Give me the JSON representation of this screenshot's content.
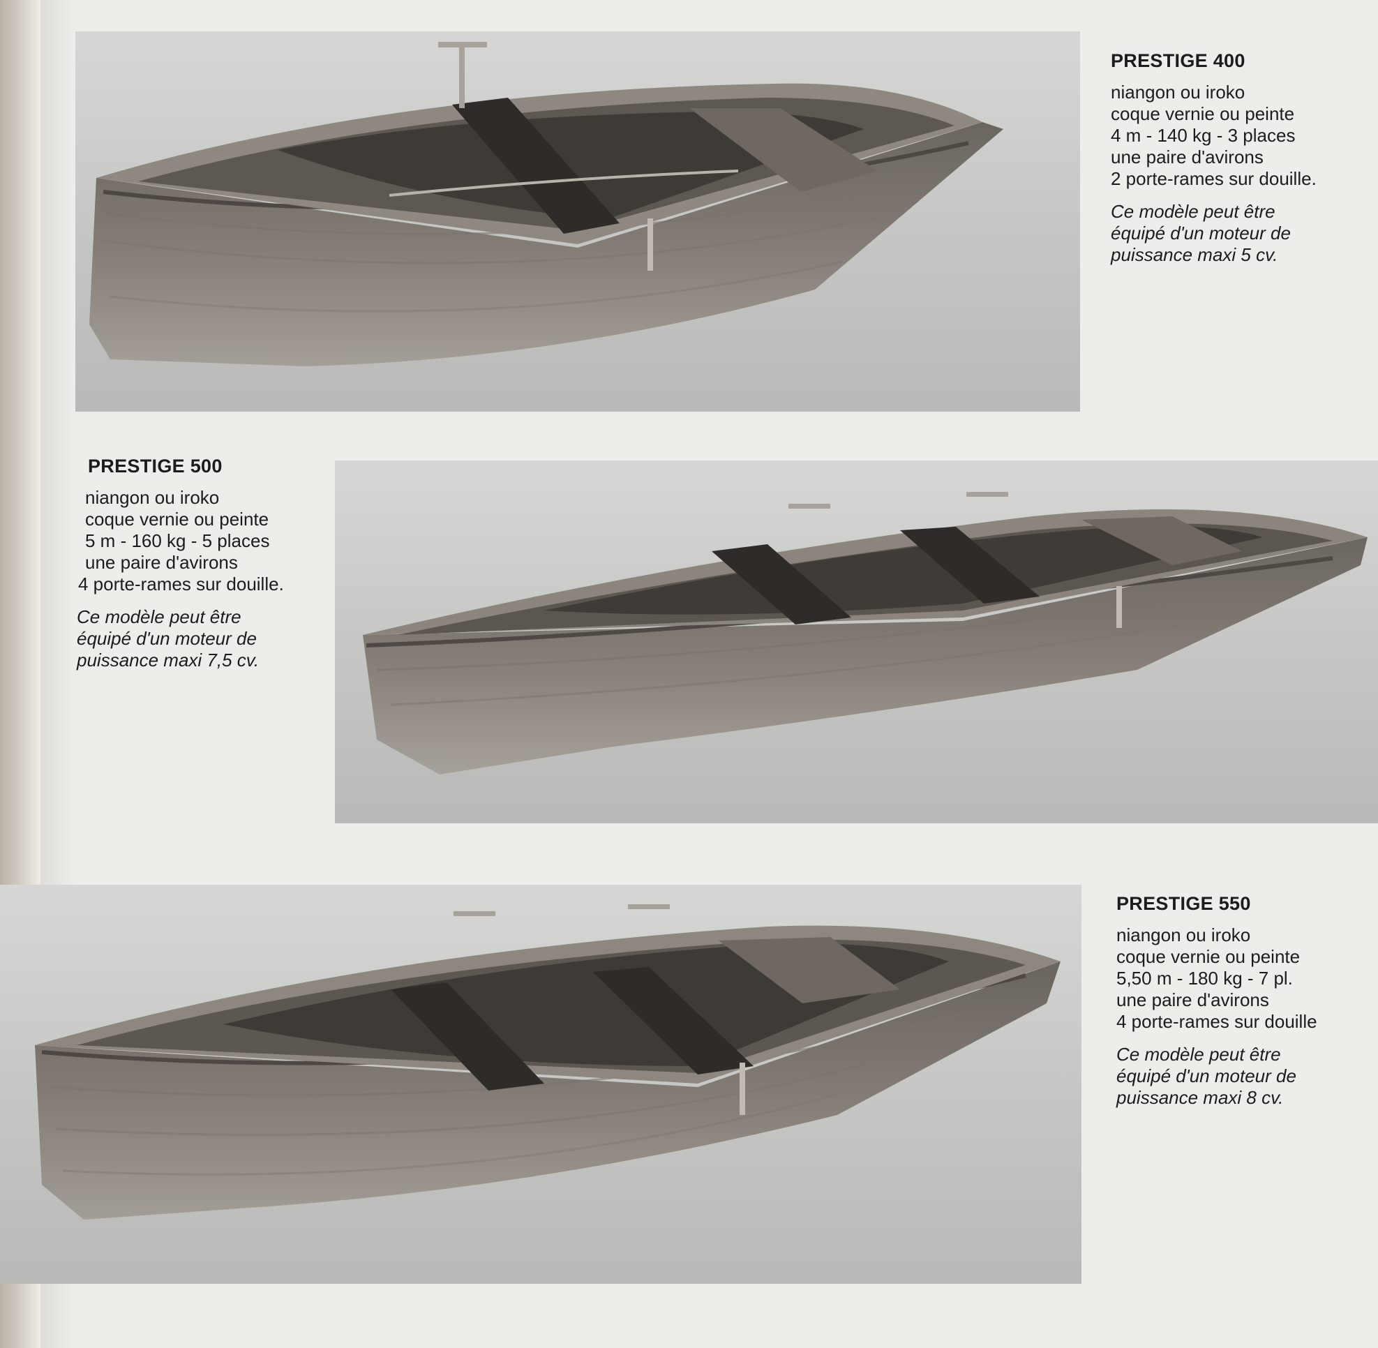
{
  "models": [
    {
      "title": "PRESTIGE 400",
      "specs": [
        "niangon ou iroko",
        "coque vernie ou peinte",
        "4 m - 140 kg - 3 places",
        "une paire d'avirons",
        "2 porte-rames sur douille."
      ],
      "note": [
        "Ce modèle peut être",
        "équipé d'un moteur de",
        "puissance maxi 5 cv."
      ]
    },
    {
      "title": "PRESTIGE 500",
      "specs": [
        "niangon ou iroko",
        "coque vernie ou peinte",
        "5 m - 160 kg - 5 places",
        "une paire d'avirons",
        "4 porte-rames sur douille."
      ],
      "note": [
        "Ce modèle peut être",
        "équipé d'un moteur de",
        "puissance maxi 7,5 cv."
      ]
    },
    {
      "title": "PRESTIGE 550",
      "specs": [
        "niangon ou iroko",
        "coque vernie ou peinte",
        "5,50 m - 180 kg - 7 pl.",
        "une paire d'avirons",
        "4 porte-rames sur douille"
      ],
      "note": [
        "Ce modèle peut être",
        "équipé d'un moteur de",
        "puissance maxi 8 cv."
      ]
    }
  ]
}
